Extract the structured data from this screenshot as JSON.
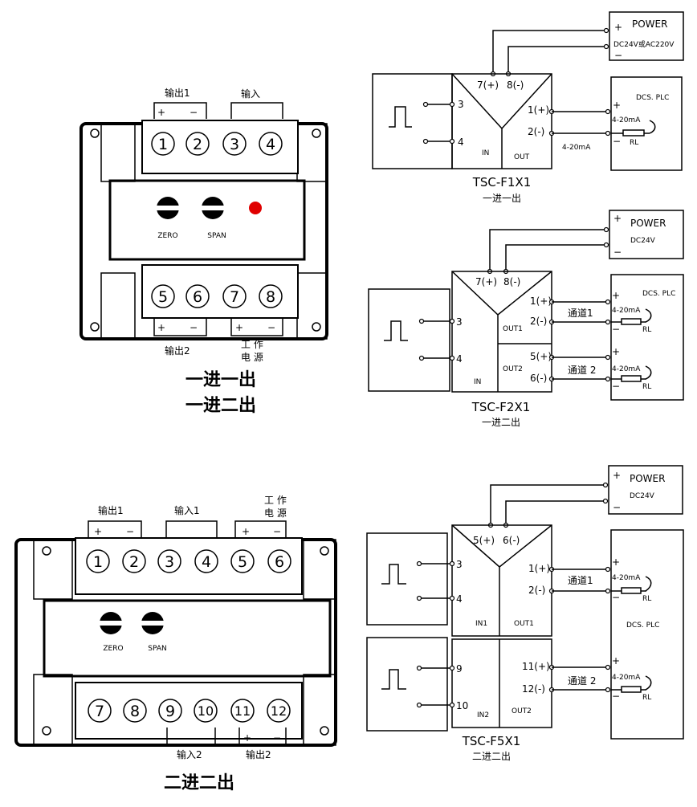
{
  "mod1": {
    "labels": {
      "out1": "输出1",
      "in": "输入",
      "out2": "输出2",
      "power_a": "工 作",
      "power_b": "电 源"
    },
    "signs": [
      "+",
      "−",
      "+",
      "−",
      "+",
      "−"
    ],
    "terminals_top": [
      "1",
      "2",
      "3",
      "4"
    ],
    "terminals_bot": [
      "5",
      "6",
      "7",
      "8"
    ],
    "zero": "ZERO",
    "span": "SPAN",
    "title_1": "一进一出",
    "title_2": "一进二出"
  },
  "mod2": {
    "labels": {
      "out1": "输出1",
      "in1": "输入1",
      "power_a": "工 作",
      "power_b": "电 源",
      "in2": "输入2",
      "out2": "输出2"
    },
    "signs": [
      "+",
      "−",
      "+",
      "−",
      "+",
      "−"
    ],
    "terminals_top": [
      "1",
      "2",
      "3",
      "4",
      "5",
      "6"
    ],
    "terminals_bot": [
      "7",
      "8",
      "9",
      "10",
      "11",
      "12"
    ],
    "zero": "ZERO",
    "span": "SPAN",
    "title": "二进二出"
  },
  "w1": {
    "power": "POWER",
    "supply": "DC24V或AC220V",
    "plus": "+",
    "minus": "−",
    "t_pos": "7(+)",
    "t_neg": "8(-)",
    "t_in_a": "3",
    "t_in_b": "4",
    "in": "IN",
    "out": "OUT",
    "o_pos": "1(+)",
    "o_neg": "2(-)",
    "loop": "4-20mA",
    "dcs": "DCS. PLC",
    "ma": "4-20mA",
    "rl": "RL",
    "model": "TSC-F1X1",
    "desc": "一进一出"
  },
  "w2": {
    "power": "POWER",
    "supply": "DC24V",
    "plus": "+",
    "minus": "−",
    "t_pos": "7(+)",
    "t_neg": "8(-)",
    "t_in_a": "3",
    "t_in_b": "4",
    "in": "IN",
    "out1": "OUT1",
    "out2": "OUT2",
    "o1_pos": "1(+)",
    "o1_neg": "2(-)",
    "o2_pos": "5(+)",
    "o2_neg": "6(-)",
    "ch1": "通道1",
    "ch2": "通道 2",
    "dcs": "DCS. PLC",
    "ma": "4-20mA",
    "rl": "RL",
    "model": "TSC-F2X1",
    "desc": "一进二出"
  },
  "w3": {
    "power": "POWER",
    "supply": "DC24V",
    "plus": "+",
    "minus": "−",
    "t_pos": "5(+)",
    "t_neg": "6(-)",
    "in1_a": "3",
    "in1_b": "4",
    "in2_a": "9",
    "in2_b": "10",
    "in1": "IN1",
    "in2": "IN2",
    "out1": "OUT1",
    "out2": "OUT2",
    "o1_pos": "1(+)",
    "o1_neg": "2(-)",
    "o2_pos": "11(+)",
    "o2_neg": "12(-)",
    "ch1": "通道1",
    "ch2": "通道 2",
    "dcs": "DCS. PLC",
    "ma": "4-20mA",
    "rl": "RL",
    "model": "TSC-F5X1",
    "desc": "二进二出"
  }
}
